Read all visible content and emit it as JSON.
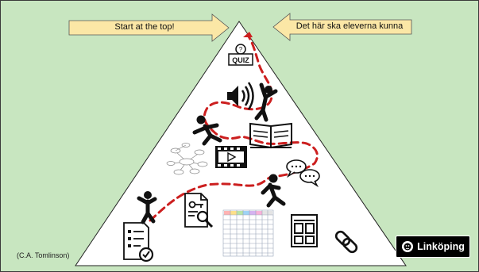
{
  "banner_left": {
    "label": "Start at the top!",
    "fill": "#fbe7a6"
  },
  "banner_right": {
    "label": "Det här ska eleverna kunna",
    "fill": "#fbe7a6"
  },
  "credit": "(C.A. Tomlinson)",
  "logo": {
    "text": "Linköping"
  },
  "quiz_icon": {
    "label": "QUIZ"
  },
  "colors": {
    "background": "#c8e6c0",
    "path": "#cc1f1f",
    "pyramid": "#ffffff"
  },
  "icons": [
    "quiz-icon",
    "speaker-icon",
    "celebrating-figure-icon",
    "book-icon",
    "running-figure-icon",
    "mind-map-icon",
    "video-icon",
    "chat-bubbles-icon",
    "jumping-figure-icon",
    "key-document-icon",
    "walking-figure-icon",
    "checklist-icon",
    "table-grid-icon",
    "layout-icon",
    "link-icon"
  ]
}
